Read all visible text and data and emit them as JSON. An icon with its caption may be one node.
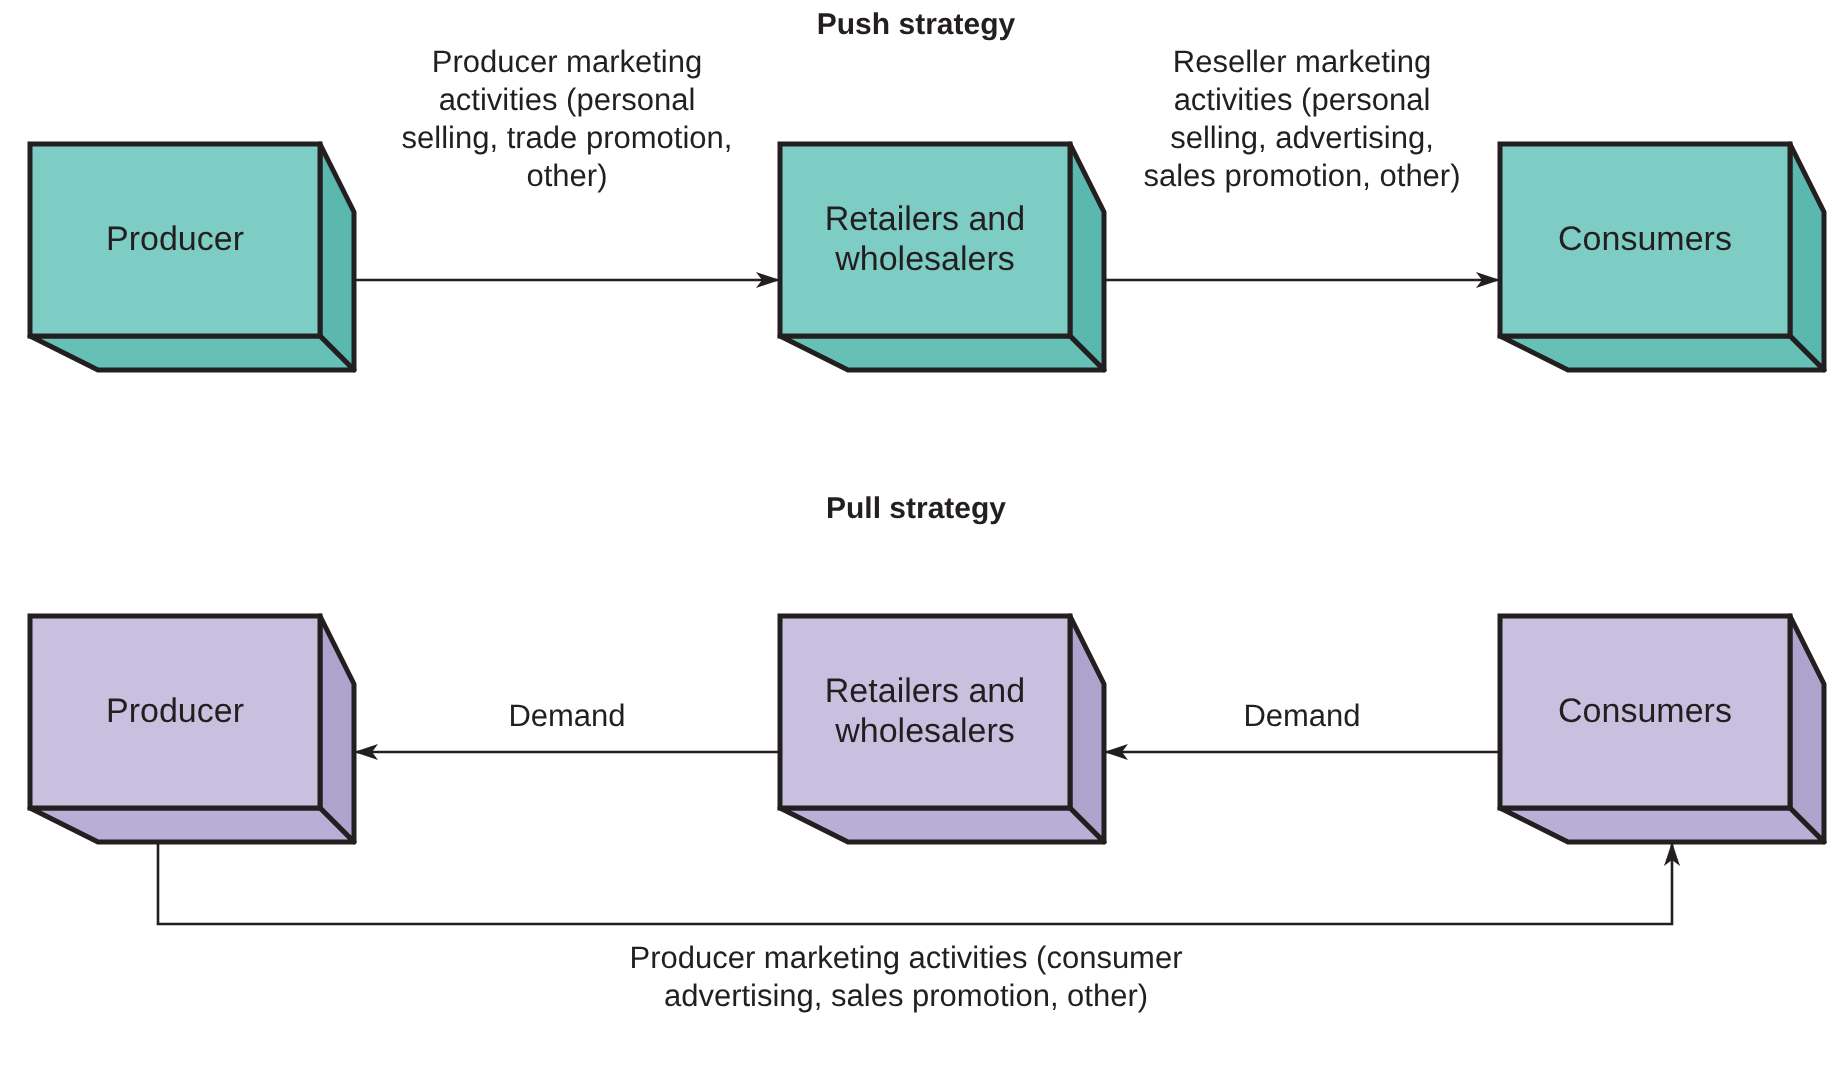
{
  "diagram": {
    "nodes": [
      {
        "text": [
          "Producer"
        ]
      },
      {
        "text": [
          "Retailers and wholesalers"
        ]
      },
      {
        "text": [
          "Consumers"
        ]
      },
      {
        "text": [
          "Producer"
        ]
      },
      {
        "text": [
          "Retailers and wholesalers"
        ]
      },
      {
        "text": [
          "Consumers"
        ]
      }
    ],
    "edges": [
      {
        "from": 0,
        "to": 1,
        "arrow": "to",
        "label": "Producer marketing activities (personal selling, trade promotion, other)"
      },
      {
        "from": 1,
        "to": 2,
        "arrow": "to",
        "label": "Reseller marketing activities (personal selling, advertising, sales promotion, other)"
      },
      {
        "from": 4,
        "to": 3,
        "arrow": "to",
        "label": "Demand"
      },
      {
        "from": 5,
        "to": 4,
        "arrow": "to",
        "label": "Demand"
      },
      {
        "from": 3,
        "to": 5,
        "arrow": "to",
        "label": "Producer marketing activities (consumer advertising, sales promotion, other)"
      }
    ],
    "labels": [
      "Push strategy",
      "Pull strategy"
    ]
  }
}
